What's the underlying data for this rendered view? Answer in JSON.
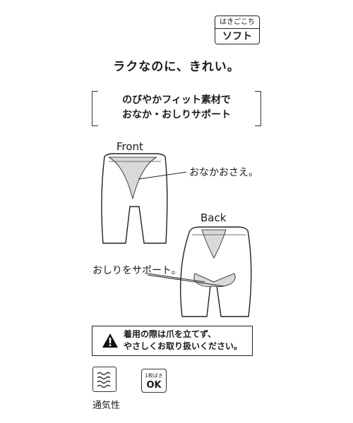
{
  "feel": {
    "header": "はきごこち",
    "value": "ソフト"
  },
  "headline": "ラクなのに、きれい。",
  "feature": {
    "line1": "のびやかフィット素材で",
    "line2": "おなか・おしりサポート"
  },
  "front": {
    "label": "Front",
    "callout": "おなかおさえ。"
  },
  "back": {
    "label": "Back",
    "callout": "おしりをサポート。"
  },
  "caution": {
    "line1": "着用の際は爪を立てず、",
    "line2": "やさしくお取り扱いください。",
    "icon": "warning-triangle-icon"
  },
  "breathability": {
    "label": "通気性",
    "icon": "airflow-icon"
  },
  "single_pack": {
    "line1": "1枚ばき",
    "line2": "OK"
  },
  "colors": {
    "panel": "#d9d9d9",
    "line": "#222222"
  }
}
